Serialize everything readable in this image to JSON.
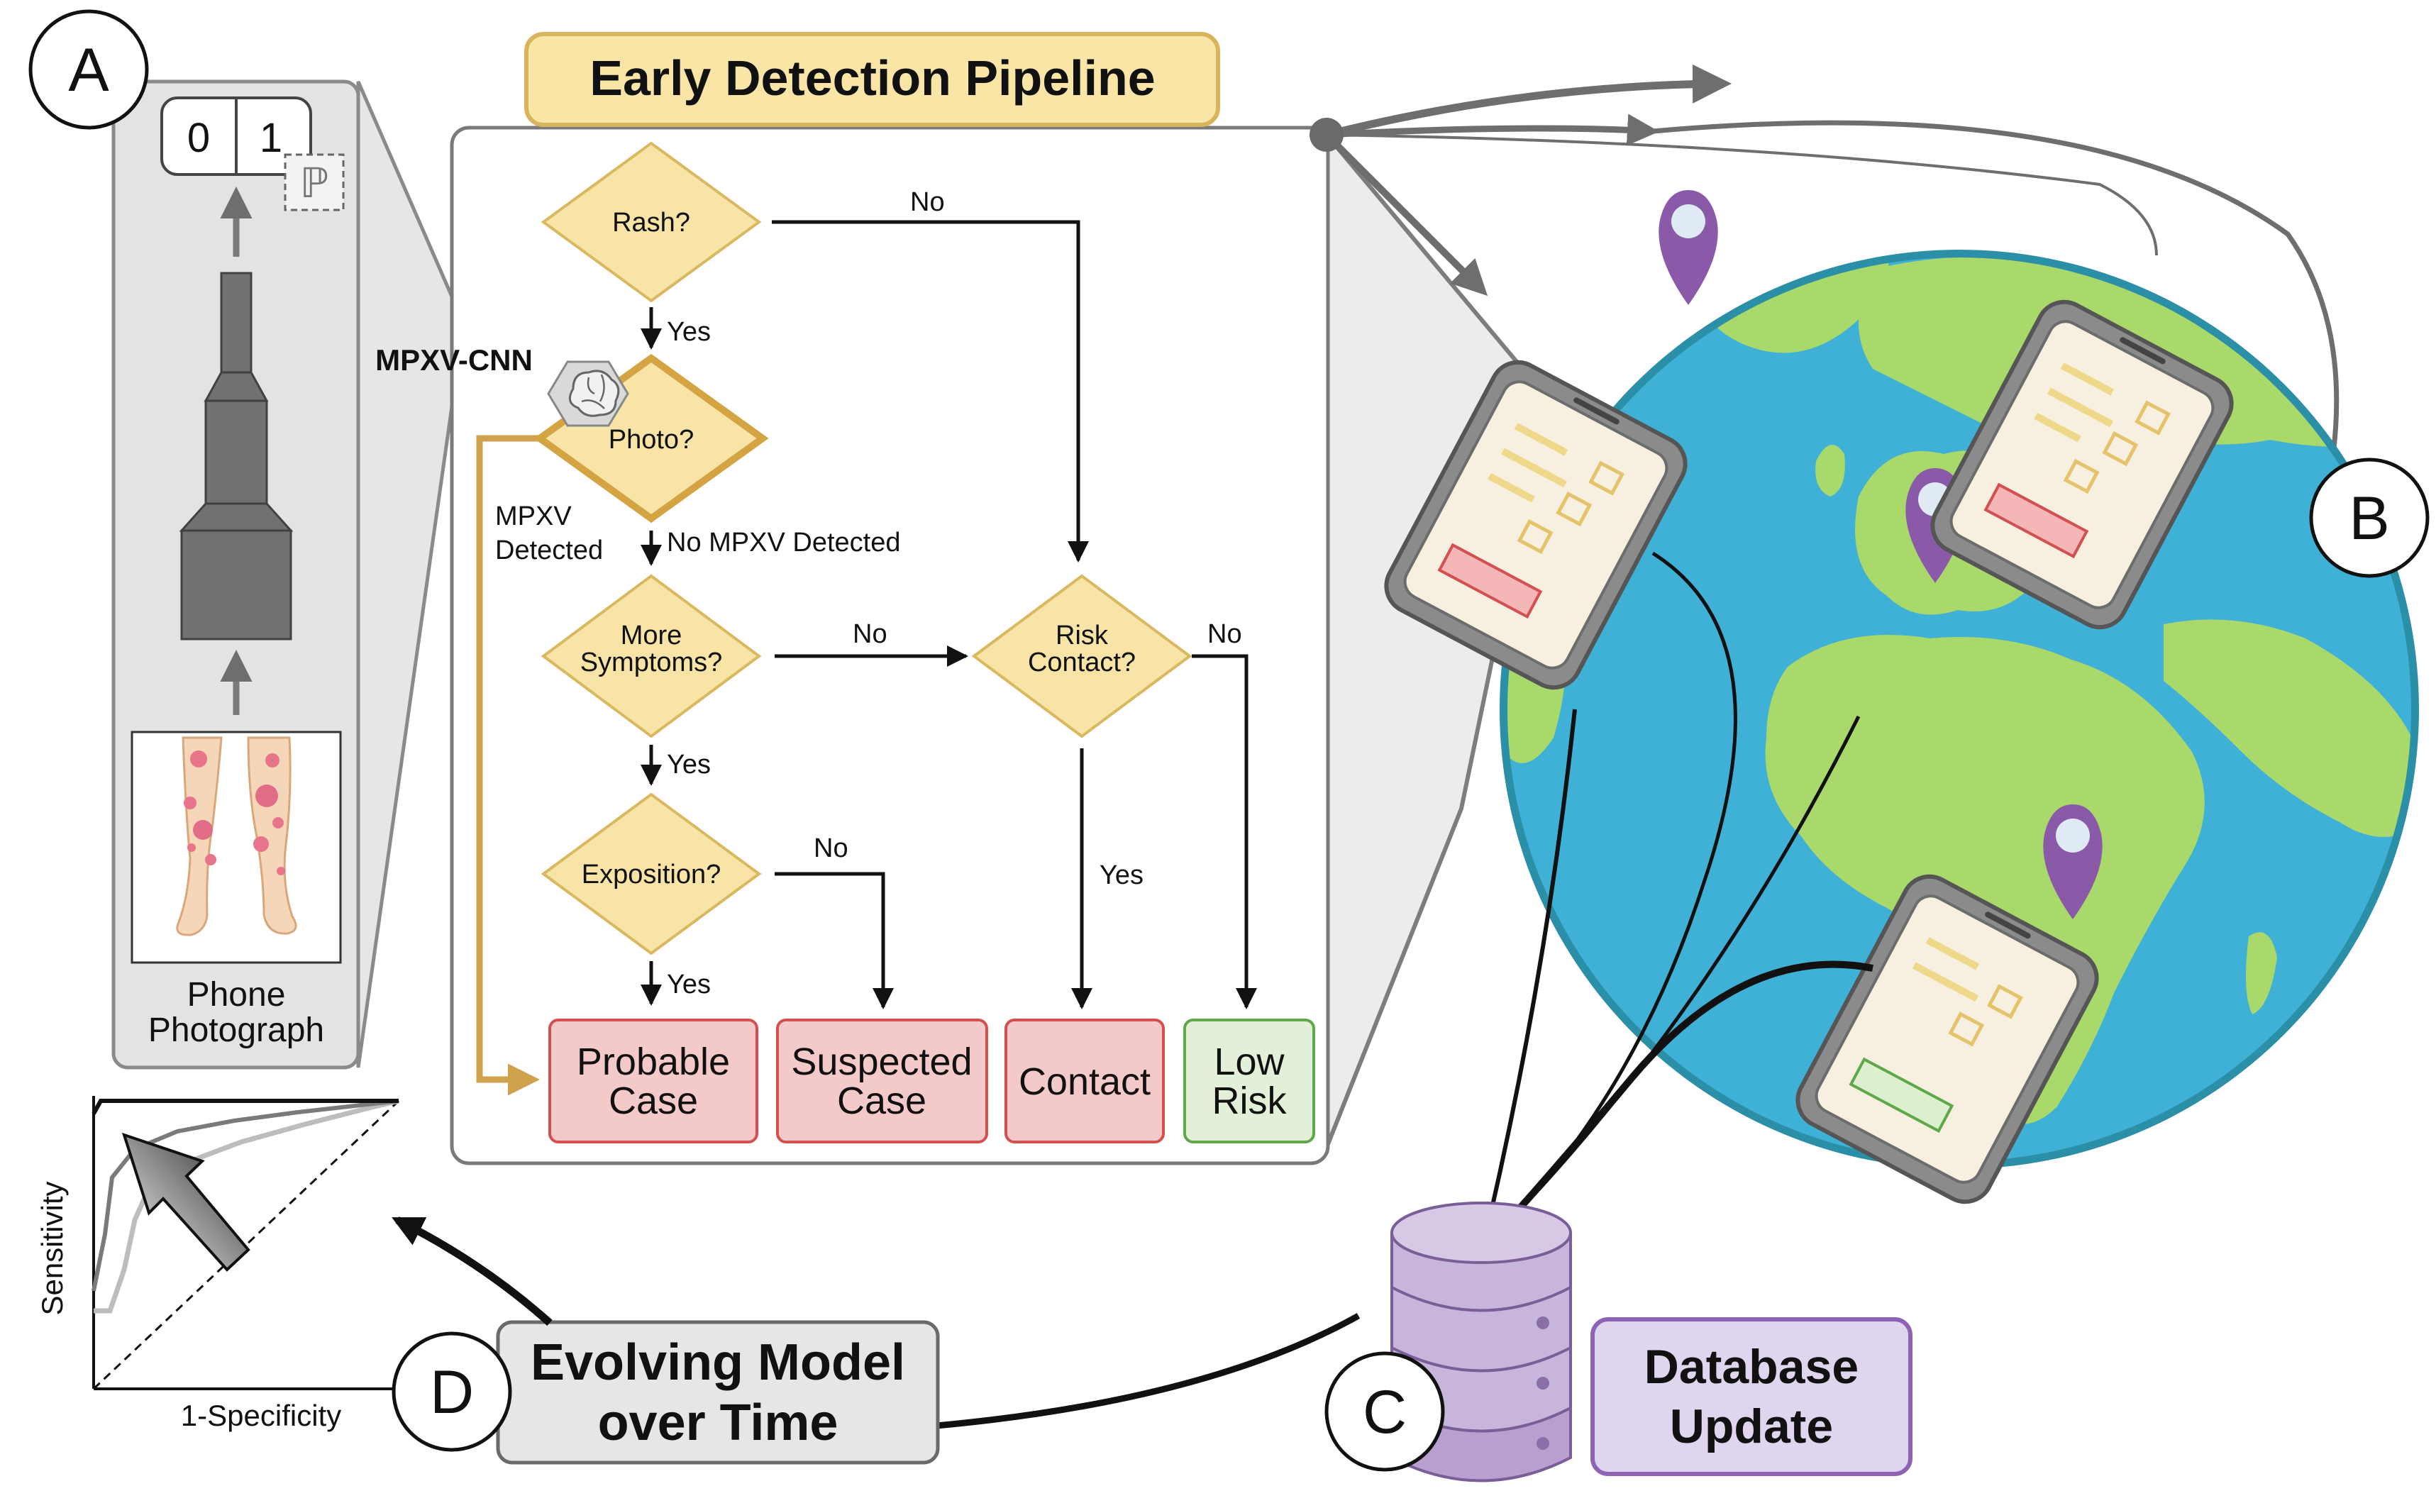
{
  "panels": {
    "a": "A",
    "b": "B",
    "c": "C",
    "d": "D"
  },
  "model_panel": {
    "output_left": "0",
    "output_right": "1",
    "prob_symbol": "ℙ",
    "caption_line1": "Phone",
    "caption_line2": "Photograph",
    "cnn_label": "MPXV-CNN"
  },
  "pipeline": {
    "title": "Early Detection Pipeline",
    "decisions": {
      "rash": "Rash?",
      "photo": "Photo?",
      "more_symptoms_1": "More",
      "more_symptoms_2": "Symptoms?",
      "exposition": "Exposition?",
      "risk_contact_1": "Risk",
      "risk_contact_2": "Contact?"
    },
    "edges": {
      "rash_no": "No",
      "rash_yes": "Yes",
      "mpxv_detected_1": "MPXV",
      "mpxv_detected_2": "Detected",
      "no_mpxv_detected": "No MPXV Detected",
      "symptoms_no": "No",
      "symptoms_yes": "Yes",
      "risk_no": "No",
      "risk_yes": "Yes",
      "exposition_no": "No",
      "exposition_yes": "Yes"
    },
    "outcomes": {
      "probable_1": "Probable",
      "probable_2": "Case",
      "suspected_1": "Suspected",
      "suspected_2": "Case",
      "contact": "Contact",
      "low_1": "Low",
      "low_2": "Risk"
    }
  },
  "database": {
    "line1": "Database",
    "line2": "Update"
  },
  "evolving": {
    "line1": "Evolving Model",
    "line2": "over Time"
  },
  "roc": {
    "ylabel": "Sensitivity",
    "xlabel": "1-Specificity"
  },
  "colors": {
    "decision_fill": "#f7e4a6",
    "decision_stroke": "#d9b860",
    "photo_stroke": "#d4a443",
    "mpxv_arrow": "#cfa24e",
    "case_fill": "#f4c9c9",
    "case_stroke": "#d45050",
    "low_fill": "#e2f0d9",
    "low_stroke": "#5fa84a",
    "title_fill": "#f9e6a6",
    "title_stroke": "#d8b45c",
    "database_fill": "#c8b5dc",
    "database_label_fill": "#e0d5ee",
    "database_label_stroke": "#8e63b5",
    "ocean": "#3fb1d6",
    "land": "#a9d86b",
    "pin": "#8a5aa8",
    "panel_gray": "#e3e3e3",
    "network_gray": "#6e6e6e"
  },
  "icons": [
    "brain-icon",
    "location-pin-icon",
    "smartphone-icon",
    "database-icon",
    "leg-rash-photo-icon",
    "cnn-block-icon"
  ]
}
